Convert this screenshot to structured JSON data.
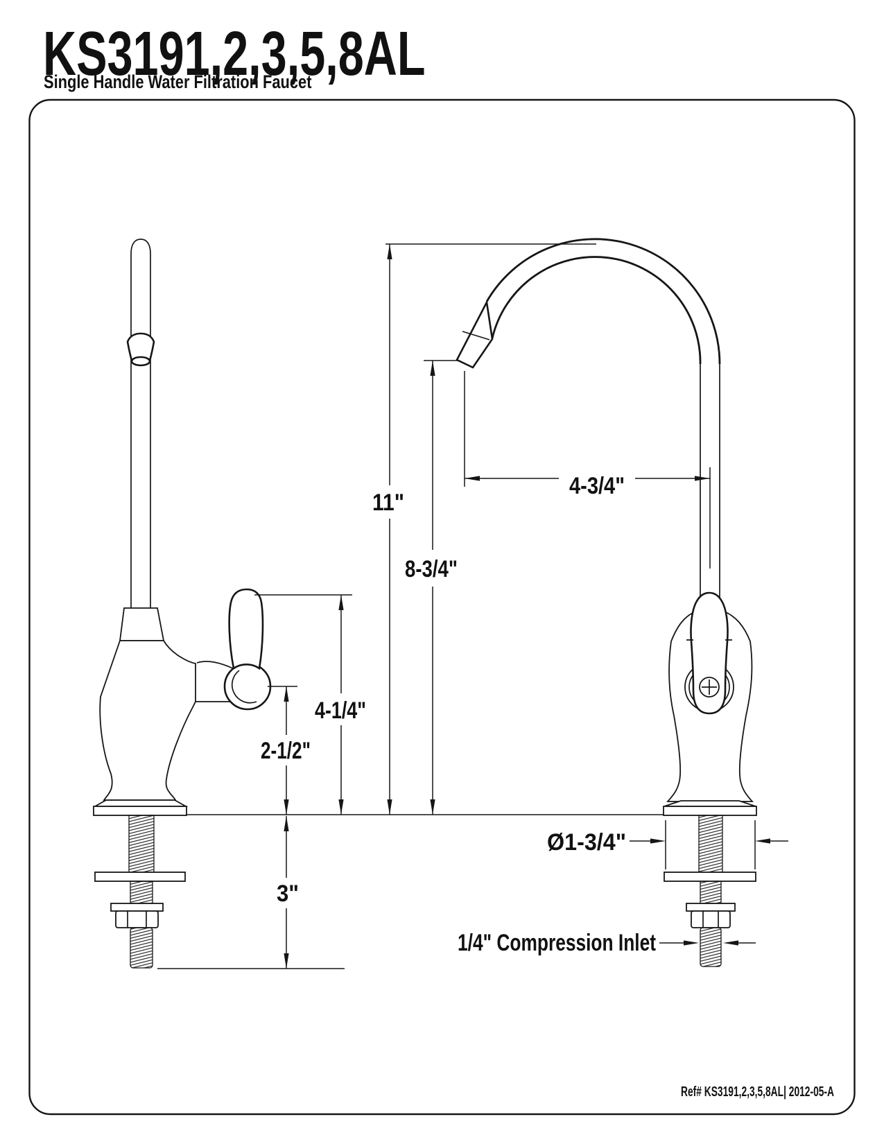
{
  "page": {
    "title": "KS3191,2,3,5,8AL",
    "subtitle": "Single Handle Water Filtration Faucet",
    "ref": "Ref# KS3191,2,3,5,8AL| 2012-05-A"
  },
  "dims": {
    "overall_height": "11\"",
    "spout_outlet_height": "8-3/4\"",
    "spout_reach": "4-3/4\"",
    "handle_top_height": "4-1/4\"",
    "outlet_center_height": "2-1/2\"",
    "shank_length": "3\"",
    "base_diameter": "Ø1-3/4\"",
    "inlet_note": "1/4\" Compression Inlet"
  }
}
